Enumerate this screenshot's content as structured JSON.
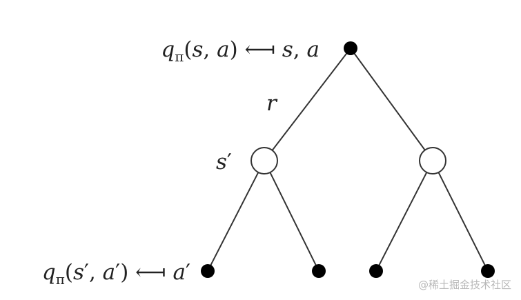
{
  "labels": {
    "root": {
      "q": "q",
      "pi": "π",
      "open": "(",
      "s": "s",
      "comma1": ", ",
      "a": "a",
      "close": ")",
      "arrow": " ⟻ ",
      "rhs_s": "s",
      "rhs_comma": ", ",
      "rhs_a": "a"
    },
    "reward": "r",
    "state_s": "s",
    "state_prime": "′",
    "leaf": {
      "q": "q",
      "pi": "π",
      "open": "(",
      "s": "s",
      "s_prime": "′",
      "comma": ", ",
      "a": "a",
      "a_prime": "′",
      "close": ")",
      "arrow": " ⟻ ",
      "rhs_a": "a",
      "rhs_prime": "′"
    }
  },
  "watermark": "@稀土掘金技术社区",
  "colors": {
    "action_node": "#000000",
    "state_node_fill": "#ffffff",
    "edge": "#333333"
  }
}
